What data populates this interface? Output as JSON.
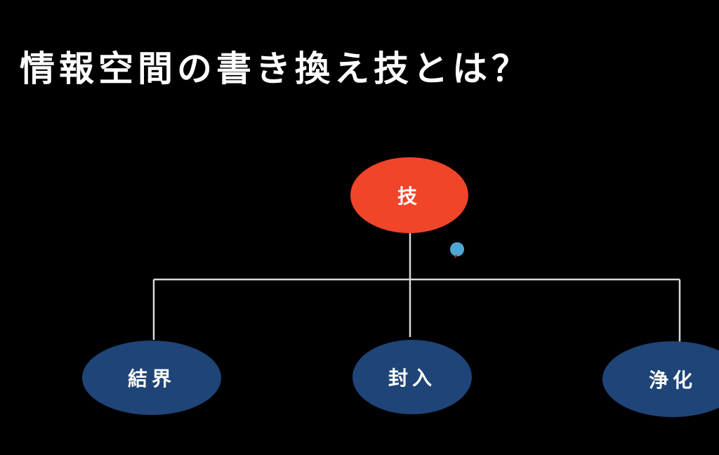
{
  "slide": {
    "title": "情報空間の書き換え技とは？"
  },
  "diagram": {
    "root": {
      "label": "技",
      "color": "#f1452a"
    },
    "children": [
      {
        "label": "結界",
        "color": "#1e4478"
      },
      {
        "label": "封入",
        "color": "#1e4478"
      },
      {
        "label": "浄化",
        "color": "#1e4478"
      }
    ],
    "connector_color": "#d8d8d8",
    "label_color": "#ffffff"
  },
  "colors": {
    "background": "#000000",
    "title": "#ffffff",
    "pointer": "#4fa7d6"
  }
}
